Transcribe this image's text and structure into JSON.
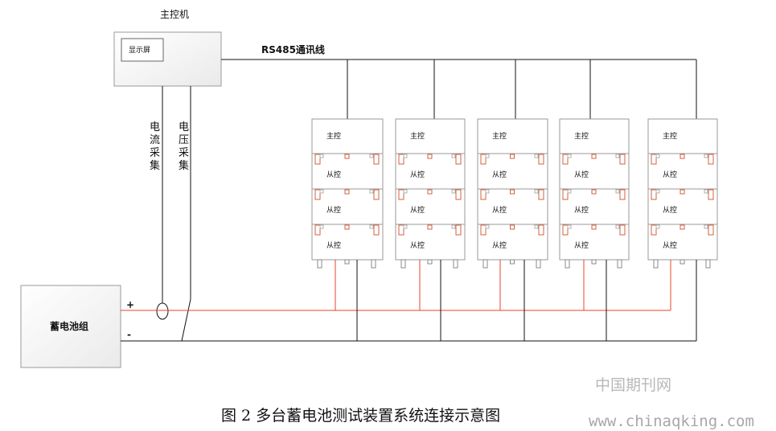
{
  "title": "主控机",
  "display_label": "显示屏",
  "rs485_label": "RS485通讯线",
  "current_label": [
    "电",
    "流",
    "采",
    "集"
  ],
  "voltage_label": [
    "电",
    "压",
    "采",
    "集"
  ],
  "battery_label": "蓄电池组",
  "plus_label": "+",
  "minus_label": "-",
  "master_label": "主控",
  "slave_label": "从控",
  "caption": "图 2  多台蓄电池测试装置系统连接示意图",
  "watermark_cn": "中国期刊网",
  "watermark_url": "www.chinaqking.com",
  "colors": {
    "line": "#111111",
    "red_line": "#e8442a",
    "box_border": "#9a9a9a",
    "connector": "#d4603c"
  }
}
